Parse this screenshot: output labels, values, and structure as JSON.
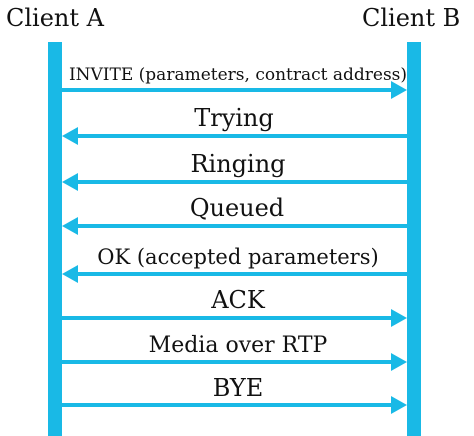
{
  "diagram": {
    "participants": [
      {
        "id": "a",
        "label": "Client A"
      },
      {
        "id": "b",
        "label": "Client B"
      }
    ],
    "messages": [
      {
        "label": "INVITE (parameters, contract address)",
        "from": "a",
        "to": "b"
      },
      {
        "label": "Trying",
        "from": "b",
        "to": "a"
      },
      {
        "label": "Ringing",
        "from": "b",
        "to": "a"
      },
      {
        "label": "Queued",
        "from": "b",
        "to": "a"
      },
      {
        "label": "OK (accepted parameters)",
        "from": "b",
        "to": "a"
      },
      {
        "label": "ACK",
        "from": "a",
        "to": "b"
      },
      {
        "label": "Media over RTP",
        "from": "a",
        "to": "b"
      },
      {
        "label": "BYE",
        "from": "a",
        "to": "b"
      }
    ]
  },
  "colors": {
    "line": "#19b9e6",
    "text": "#111111"
  }
}
